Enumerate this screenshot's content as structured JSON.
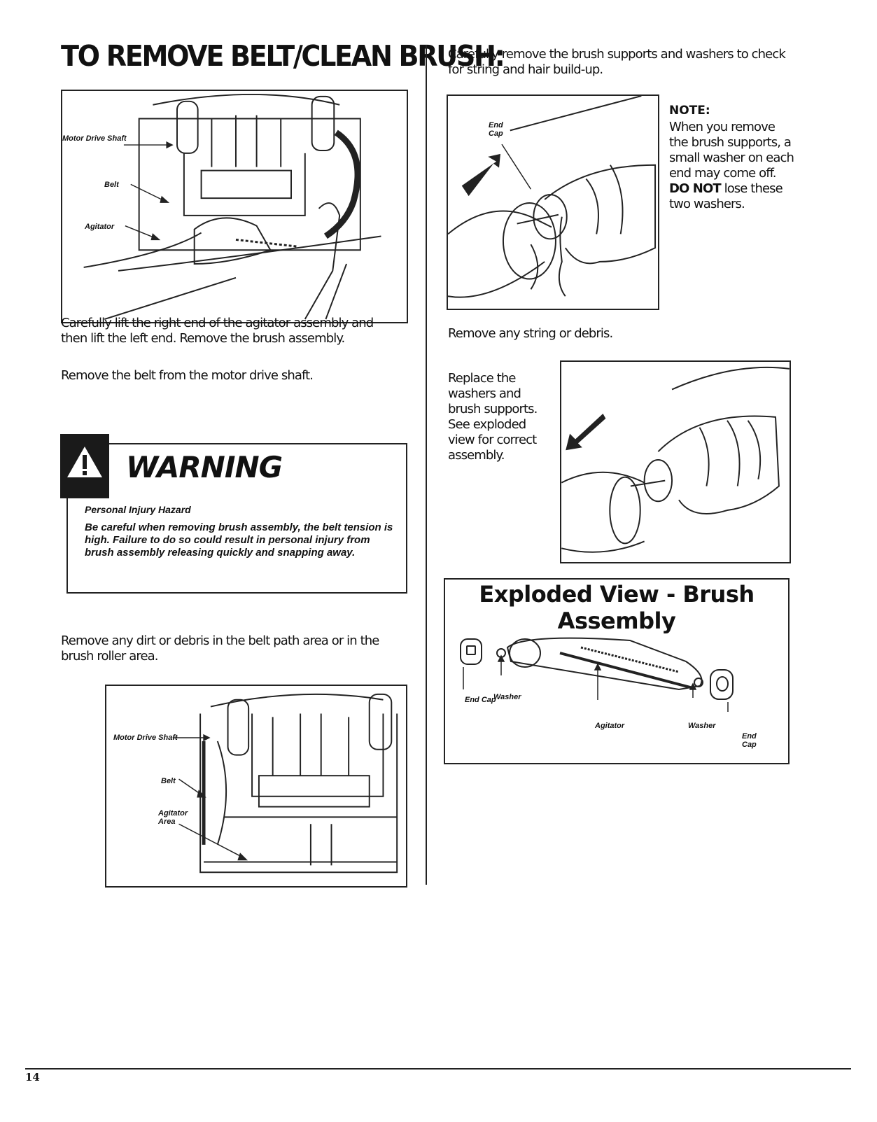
{
  "page": {
    "title": "TO REMOVE BELT/CLEAN BRUSH:",
    "page_number": "14"
  },
  "left": {
    "figure1_labels": {
      "motor_drive_shaft": "Motor Drive Shaft",
      "belt": "Belt",
      "agitator": "Agitator"
    },
    "text1": "Carefully lift the right end of the agitator assembly and then lift the left end. Remove the brush assembly.",
    "text2": "Remove the belt from the motor drive shaft.",
    "warning": {
      "title": "WARNING",
      "hazard": "Personal Injury Hazard",
      "text": "Be careful when removing brush assembly, the belt tension is high. Failure to do so could result in personal injury from brush assembly releasing quickly and snapping away."
    },
    "text3": "Remove any dirt or debris in the belt path area or in the brush roller area.",
    "figure2_labels": {
      "motor_drive_shaft": "Motor Drive Shaft",
      "belt": "Belt",
      "agitator_area": "Agitator Area"
    }
  },
  "right": {
    "text1": "Carefully remove the brush supports and washers to check for string and hair build-up.",
    "figure3_labels": {
      "end_cap": "End Cap"
    },
    "note": {
      "title": "NOTE:",
      "text_prefix": "When you remove the brush supports, a small washer on each end may come off.",
      "emphasis": "DO NOT",
      "text_suffix": "lose these two washers."
    },
    "text2": "Remove any string or debris.",
    "text3": "Replace the washers and brush supports. See exploded view for correct assembly.",
    "exploded": {
      "title": "Exploded View - Brush Assembly",
      "labels": {
        "end_cap_left": "End Cap",
        "washer_left": "Washer",
        "agitator": "Agitator",
        "washer_right": "Washer",
        "end_cap_right": "End Cap"
      }
    }
  }
}
